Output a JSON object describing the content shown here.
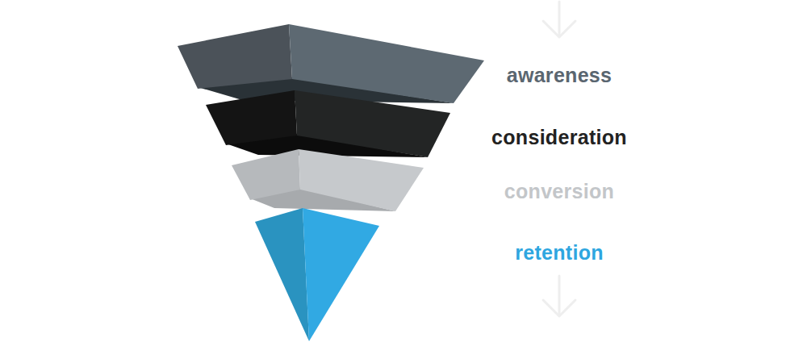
{
  "diagram": {
    "nodes": [
      {
        "text": [
          "awareness"
        ]
      },
      {
        "text": [
          "consideration"
        ]
      },
      {
        "text": [
          "conversion"
        ]
      },
      {
        "text": [
          "retention"
        ]
      }
    ]
  }
}
